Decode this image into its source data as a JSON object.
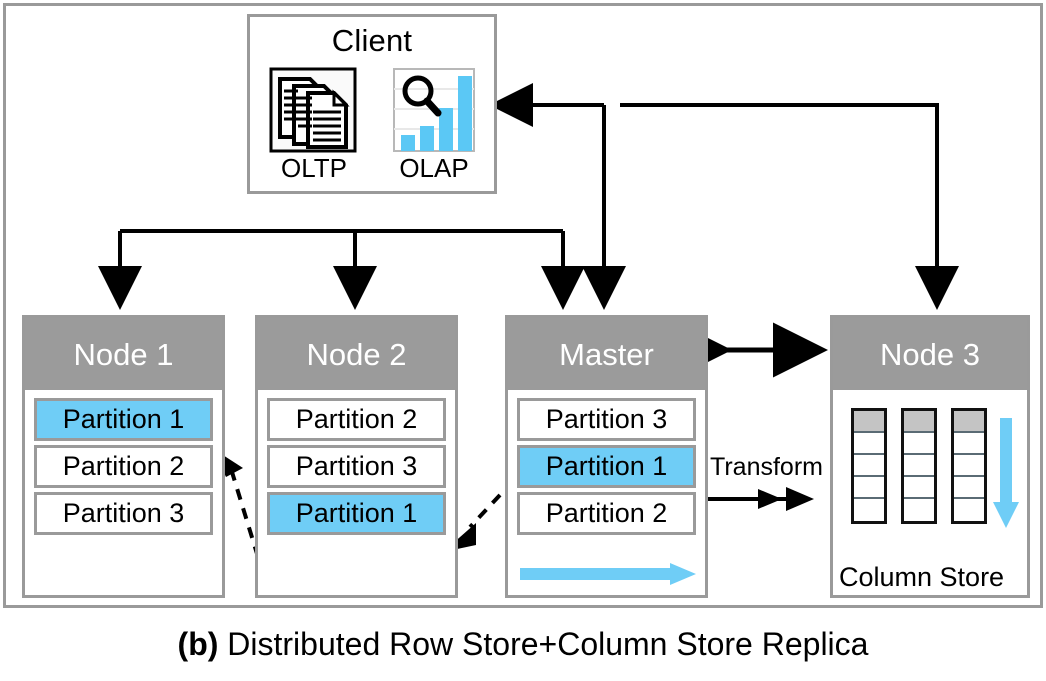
{
  "figure": {
    "caption_prefix": "(b)",
    "caption_text": "Distributed Row Store+Column Store Replica"
  },
  "client": {
    "title": "Client",
    "workloads": [
      {
        "label": "OLTP",
        "icon": "documents-stack-icon"
      },
      {
        "label": "OLAP",
        "icon": "bar-chart-magnifier-icon"
      }
    ]
  },
  "nodes": [
    {
      "id": "node1",
      "header": "Node 1",
      "partitions": [
        {
          "label": "Partition 1",
          "highlight": true
        },
        {
          "label": "Partition 2",
          "highlight": false
        },
        {
          "label": "Partition 3",
          "highlight": false
        }
      ]
    },
    {
      "id": "node2",
      "header": "Node 2",
      "partitions": [
        {
          "label": "Partition 2",
          "highlight": false
        },
        {
          "label": "Partition 3",
          "highlight": false
        },
        {
          "label": "Partition 1",
          "highlight": true
        }
      ]
    },
    {
      "id": "master",
      "header": "Master",
      "partitions": [
        {
          "label": "Partition 3",
          "highlight": false
        },
        {
          "label": "Partition 1",
          "highlight": true
        },
        {
          "label": "Partition 2",
          "highlight": false
        }
      ]
    },
    {
      "id": "node3",
      "header": "Node 3",
      "store_label": "Column Store",
      "columns": 3,
      "cells_per_column": 5
    }
  ],
  "edges": {
    "transform_label": "Transform"
  },
  "colors": {
    "highlight_blue": "#6FCDF6",
    "header_gray": "#9B9B9B",
    "border_gray": "#9A9A9A",
    "cell_head_gray": "#C4C4C4",
    "line_black": "#000000"
  }
}
